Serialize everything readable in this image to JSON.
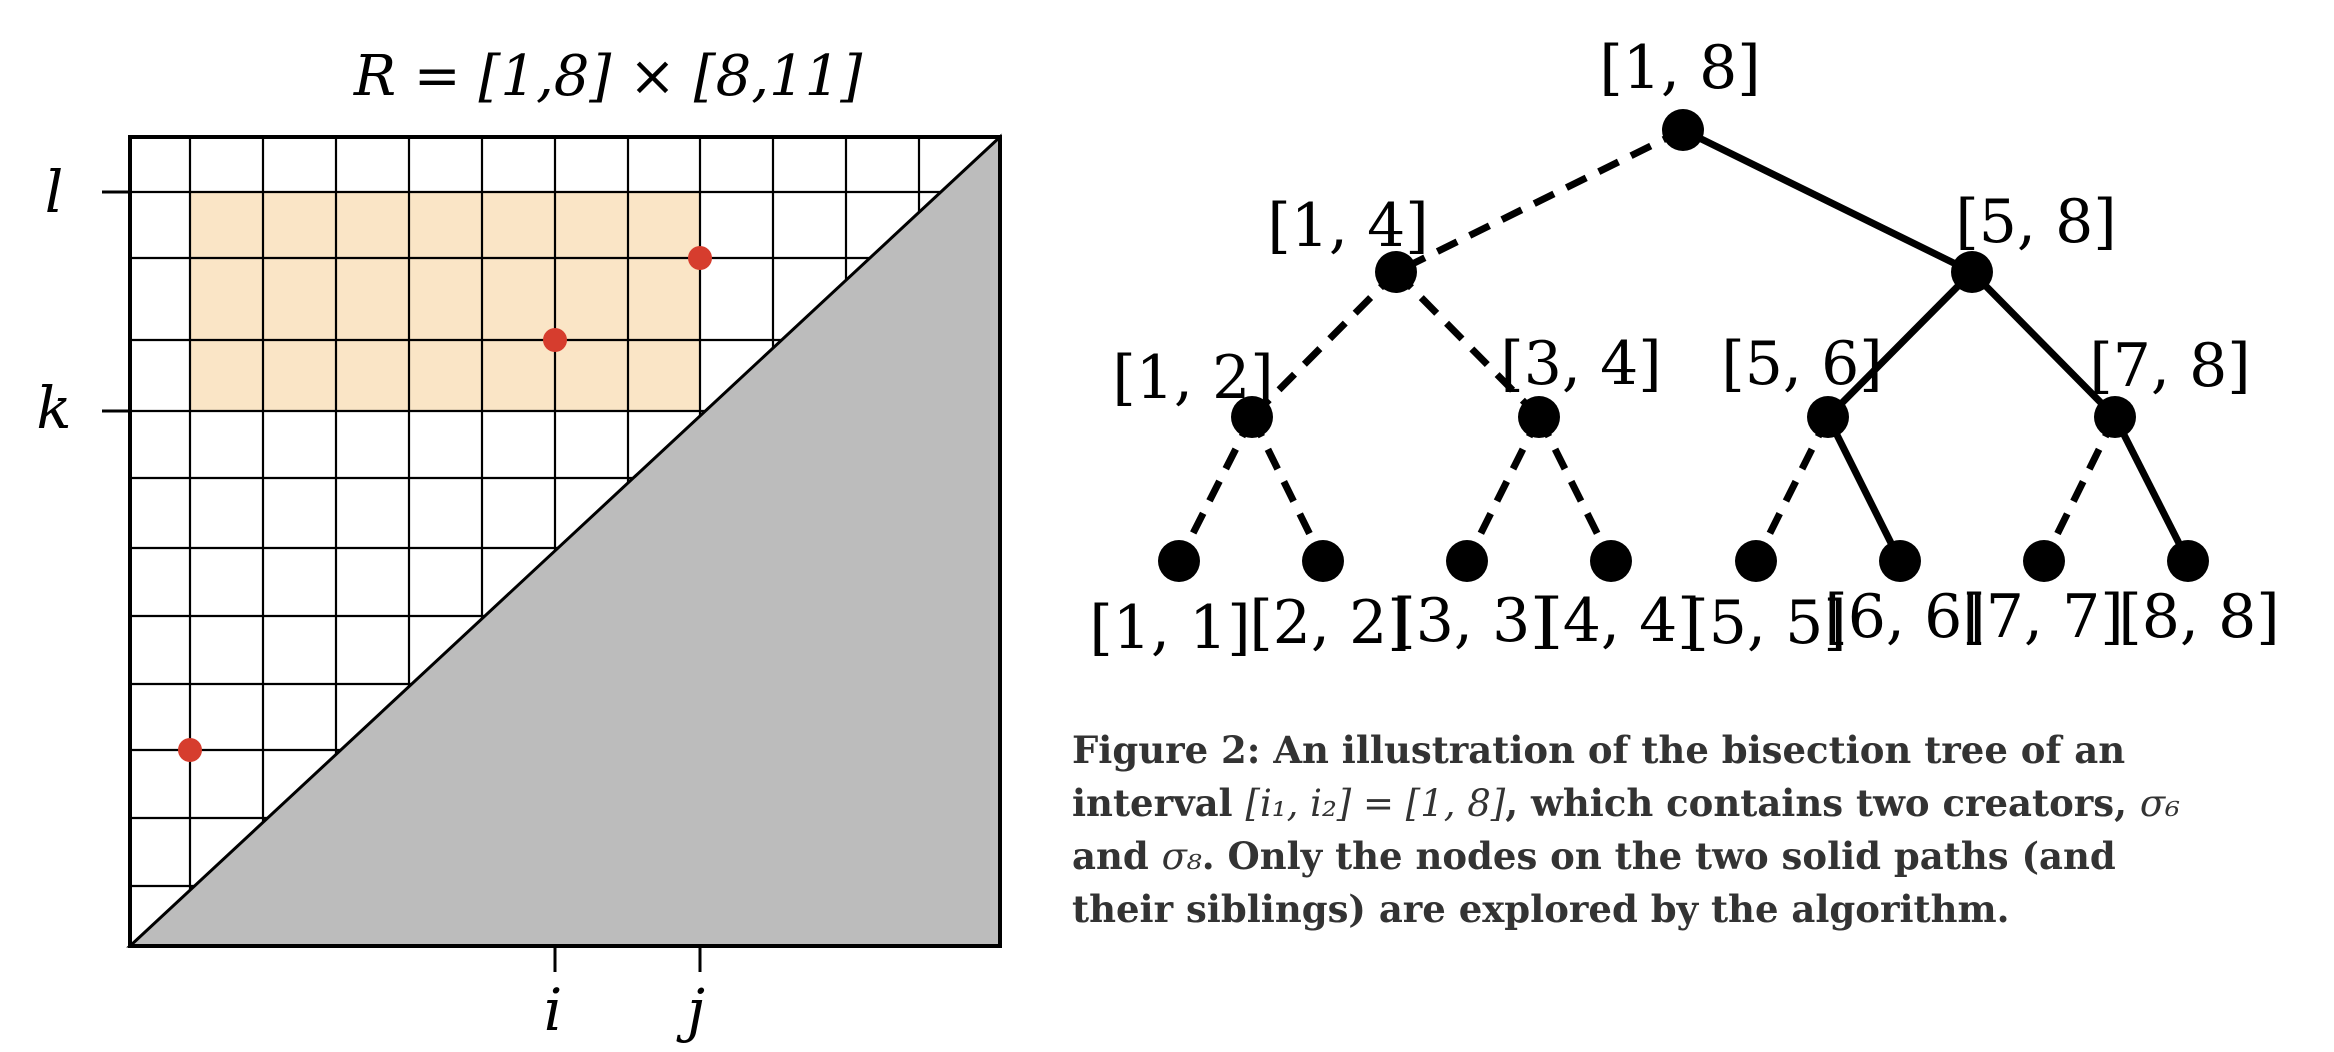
{
  "grid_figure": {
    "title": "R = [1,8] × [8,11]",
    "axis_labels": {
      "l": "l",
      "k": "k",
      "i": "i",
      "j": "j"
    },
    "colors": {
      "highlight": "#fae5c6",
      "lower_triangle": "#bcbcbc",
      "point": "#d63d2e",
      "grid": "#000000"
    }
  },
  "tree": {
    "nodes": {
      "n18": "[1, 8]",
      "n14": "[1, 4]",
      "n58": "[5, 8]",
      "n12": "[1, 2]",
      "n34": "[3, 4]",
      "n56": "[5, 6]",
      "n78": "[7, 8]",
      "n11": "[1, 1]",
      "n22": "[2, 2]",
      "n33": "[3, 3]",
      "n44": "[4, 4]",
      "n55": "[5, 5]",
      "n66": "[6, 6]",
      "n77": "[7, 7]",
      "n88": "[8, 8]"
    }
  },
  "caption": {
    "label": "Figure 2:",
    "l1": "An illustration of the bisection tree of an",
    "l2a": "interval",
    "l2m": "[i₁, i₂] = [1, 8]",
    "l2b": ", which contains two creators,",
    "l2s": "σ₆",
    "l3a": "and",
    "l3s": "σ₈",
    "l3b": ". Only the nodes on the two solid paths (and",
    "l4": "their siblings) are explored by the algorithm."
  }
}
